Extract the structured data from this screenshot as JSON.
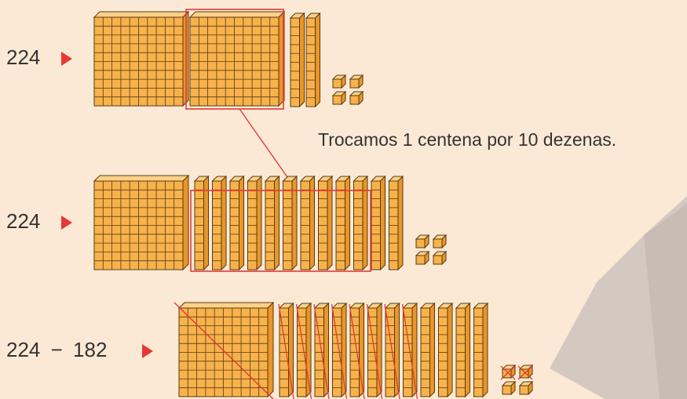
{
  "row1": {
    "label": "224",
    "hundreds": 2,
    "tens": 2,
    "ones": 4
  },
  "exchange_note": "Trocamos 1 centena por 10 dezenas.",
  "row2": {
    "label": "224",
    "hundreds": 1,
    "tens": 12,
    "ones": 4
  },
  "row3": {
    "label_left": "224",
    "operator": "−",
    "label_right": "182",
    "hundreds": 1,
    "tens": 12,
    "ones": 4,
    "crossed_hundreds": 1,
    "crossed_tens": 8,
    "crossed_ones": 2
  },
  "colors": {
    "block_face": "#f7b24c",
    "block_top": "#fbd089",
    "block_side": "#e8962a",
    "grid_line": "#5a3a10",
    "highlight": "#e53935",
    "background": "#fbe9d6",
    "decor": "#cfc5bf"
  }
}
